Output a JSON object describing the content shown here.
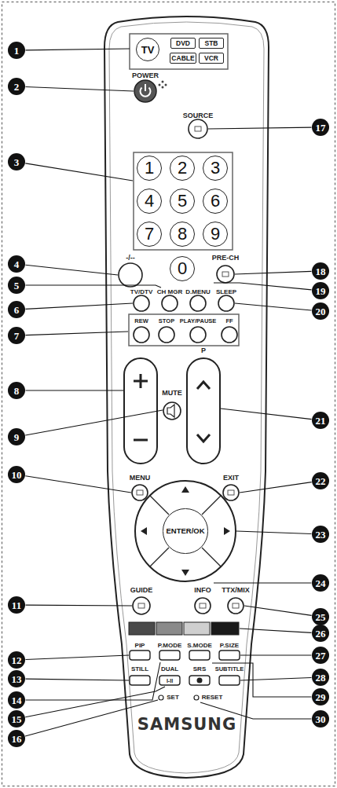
{
  "diagram": {
    "nodes": [
      {
        "text": [
          "TV"
        ]
      },
      {
        "text": [
          "DVD"
        ]
      },
      {
        "text": [
          "STB"
        ]
      },
      {
        "text": [
          "CABLE"
        ]
      },
      {
        "text": [
          "VCR"
        ]
      },
      {
        "text": [
          "1"
        ]
      },
      {
        "text": [
          "2"
        ]
      },
      {
        "text": [
          "3"
        ]
      },
      {
        "text": [
          "4"
        ]
      },
      {
        "text": [
          "5"
        ]
      },
      {
        "text": [
          "6"
        ]
      },
      {
        "text": [
          "7"
        ]
      },
      {
        "text": [
          "8"
        ]
      },
      {
        "text": [
          "9"
        ]
      },
      {
        "text": [
          "0"
        ]
      },
      {
        "text": [
          "ENTER/OK"
        ]
      }
    ],
    "labels": [
      "POWER",
      "SOURCE",
      "-/--",
      "PRE-CH",
      "TV/DTV",
      "CH MGR",
      "D.MENU",
      "SLEEP",
      "REW",
      "STOP",
      "PLAY/PAUSE",
      "FF",
      "MUTE",
      "P",
      "MENU",
      "EXIT",
      "GUIDE",
      "INFO",
      "TTX/MIX",
      "PIP",
      "P.MODE",
      "S.MODE",
      "P.SIZE",
      "STILL",
      "DUAL",
      "SRS",
      "SUBTITLE",
      "I-II",
      "SET",
      "RESET",
      "SAMSUNG",
      "1",
      "2",
      "3",
      "4",
      "5",
      "6",
      "7",
      "8",
      "9",
      "10",
      "11",
      "12",
      "13",
      "14",
      "15",
      "16",
      "17",
      "18",
      "19",
      "20",
      "21",
      "22",
      "23",
      "24",
      "25",
      "26",
      "27",
      "28",
      "29",
      "30"
    ]
  }
}
